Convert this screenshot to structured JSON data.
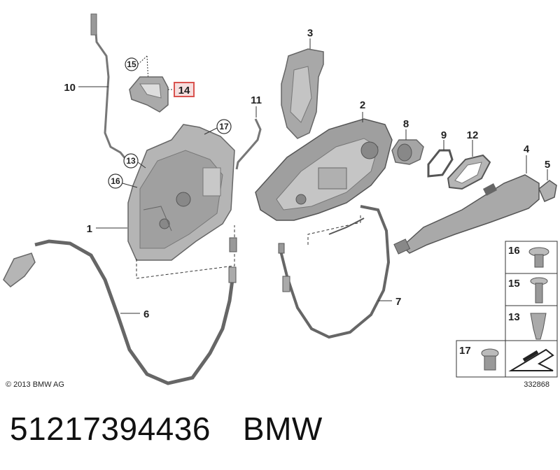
{
  "diagram": {
    "labels": {
      "p1": "1",
      "p2": "2",
      "p3": "3",
      "p4": "4",
      "p5": "5",
      "p6": "6",
      "p7": "7",
      "p8": "8",
      "p9": "9",
      "p10": "10",
      "p11": "11",
      "p12": "12",
      "p13": "13",
      "p14": "14",
      "p15": "15",
      "p16": "16",
      "p17": "17"
    },
    "highlight_color": "#d9534f",
    "copyright": "© 2013 BMW AG",
    "drawing_number": "332868",
    "legend": {
      "items": [
        "16",
        "15",
        "13",
        "17"
      ]
    }
  },
  "footer": {
    "part_number": "51217394436",
    "brand": "BMW"
  }
}
